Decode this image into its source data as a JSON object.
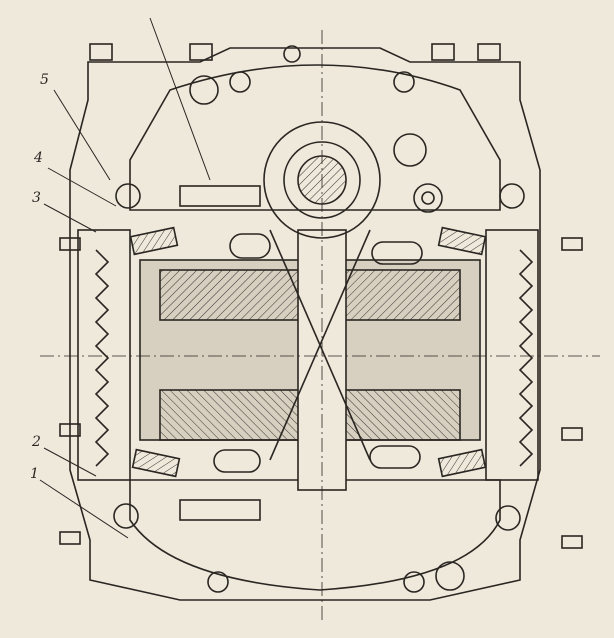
{
  "figure": {
    "callouts": [
      {
        "id": "5",
        "text": "5"
      },
      {
        "id": "4",
        "text": "4"
      },
      {
        "id": "3",
        "text": "3"
      },
      {
        "id": "2",
        "text": "2"
      },
      {
        "id": "1",
        "text": "1"
      }
    ],
    "colors": {
      "paper": "#efe9dc",
      "ink": "#2a2622",
      "hatch": "#3a3430",
      "shade": "#d7cfc0"
    }
  }
}
